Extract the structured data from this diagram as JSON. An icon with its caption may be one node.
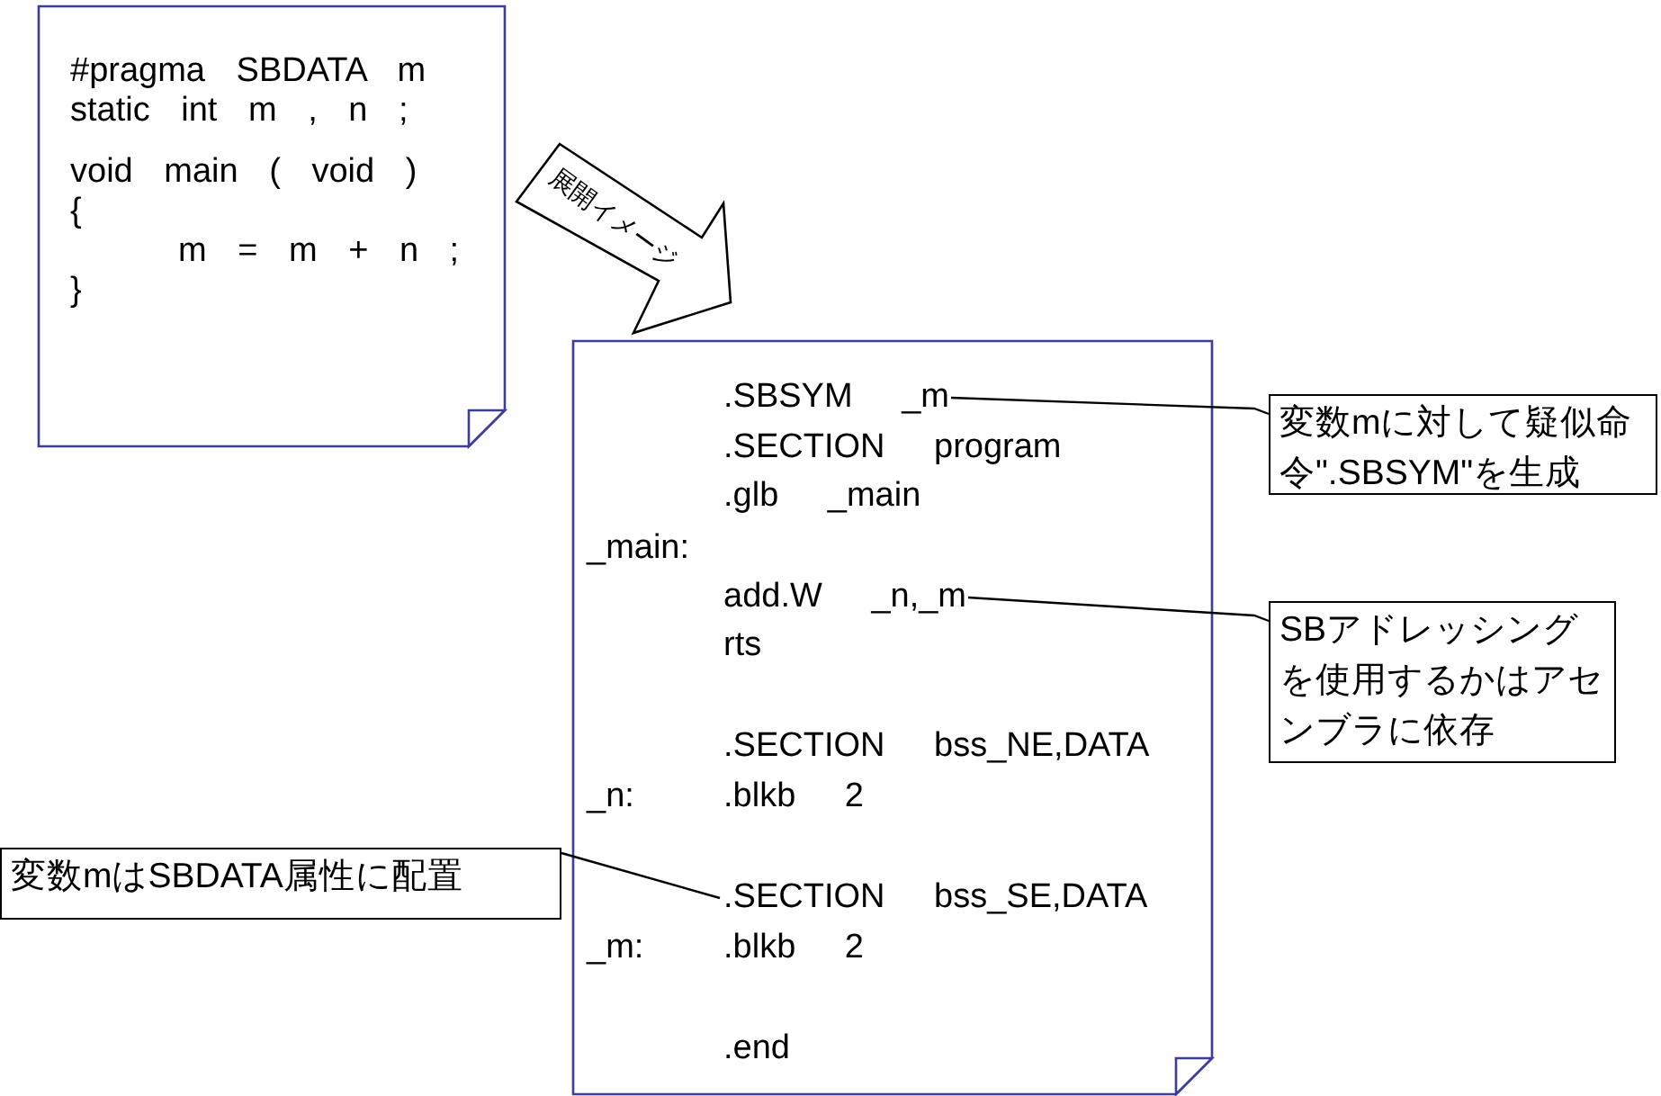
{
  "diagram": {
    "nodes": [
      {
        "text": [
          "#pragma SBDATA m",
          "static int m , n ;",
          "void main ( void )",
          "{",
          "m = m + n ;",
          "}"
        ]
      },
      {
        "text": [
          ".SBSYM _m",
          ".SECTION program",
          ".glb _main",
          "_main:",
          "add.W _n,_m",
          "rts",
          ".SECTION bss_NE,DATA",
          "_n:",
          ".blkb 2",
          ".SECTION bss_SE,DATA",
          "_m:",
          ".blkb 2",
          ".end"
        ]
      },
      {
        "text": [
          "変数mに対して疑似命令\".SBSYM\"を生成"
        ]
      },
      {
        "text": [
          "SBアドレッシングを使用するかはアセンブラに依存"
        ]
      },
      {
        "text": [
          "変数mはSBDATA属性に配置"
        ]
      }
    ],
    "edges": [
      {
        "from": 0,
        "to": 1,
        "arrow": "to",
        "label": "展開イメージ",
        "style": "thick"
      },
      {
        "from": 2,
        "to": 1,
        "arrow": "none"
      },
      {
        "from": 3,
        "to": 1,
        "arrow": "none"
      },
      {
        "from": 4,
        "to": 1,
        "arrow": "none"
      }
    ]
  }
}
